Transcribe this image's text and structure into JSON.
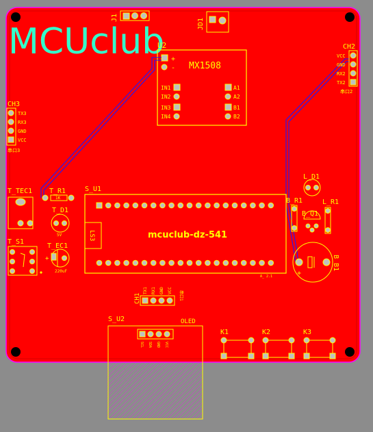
{
  "board": {
    "logo": "MCUclub",
    "main_chip_label": "mcuclub-dz-541",
    "main_chip_name": "S_U1",
    "main_chip_side_text": "LS3",
    "main_chip_version": "A_ 2.1",
    "colors": {
      "background": "#8c8c8c",
      "copper": "#ff0000",
      "silkscreen": "#ffff00",
      "outline": "#ff00ff",
      "logo": "#33ffcc",
      "trace": "#1a1aff"
    }
  },
  "components": {
    "j1": {
      "name": "J1"
    },
    "jd1": {
      "name": "JD1"
    },
    "u2": {
      "name": "U2",
      "chip": "MX1508",
      "plus": "+",
      "minus": "-",
      "left_pins": [
        "IN1",
        "IN2",
        "IN3",
        "IN4"
      ],
      "right_pins": [
        "A1",
        "A2",
        "B1",
        "B2"
      ]
    },
    "ch2": {
      "name": "CH2",
      "pins": [
        "VCC",
        "GND",
        "RX2",
        "TX2"
      ],
      "footer": "串口2"
    },
    "ch3": {
      "name": "CH3",
      "pins": [
        "TX3",
        "RX3",
        "GND",
        "VCC"
      ],
      "footer": "串口3"
    },
    "t_tec1": {
      "name": "T_TEC1"
    },
    "t_r1": {
      "name": "T_R1",
      "value": "1K"
    },
    "t_d1": {
      "name": "T_D1",
      "value": "5V"
    },
    "t_s1": {
      "name": "T_S1"
    },
    "t_ec1": {
      "name": "T_EC1",
      "value": "220uF"
    },
    "l_d1": {
      "name": "L_D1"
    },
    "b_r1": {
      "name": "B_R1"
    },
    "l_r1": {
      "name": "L_R1"
    },
    "b_q1": {
      "name": "B_Q1"
    },
    "b_b1": {
      "name": "B_B1"
    },
    "ch1": {
      "name": "CH1",
      "pins": [
        "TX1",
        "RX1",
        "GND",
        "VCC"
      ],
      "footer": "串口1"
    },
    "s_u2": {
      "name": "S_U2",
      "module": "OLED",
      "pins": [
        "SCL",
        "SDA",
        "GND",
        "VCC"
      ]
    },
    "k1": {
      "name": "K1"
    },
    "k2": {
      "name": "K2"
    },
    "k3": {
      "name": "K3"
    }
  }
}
